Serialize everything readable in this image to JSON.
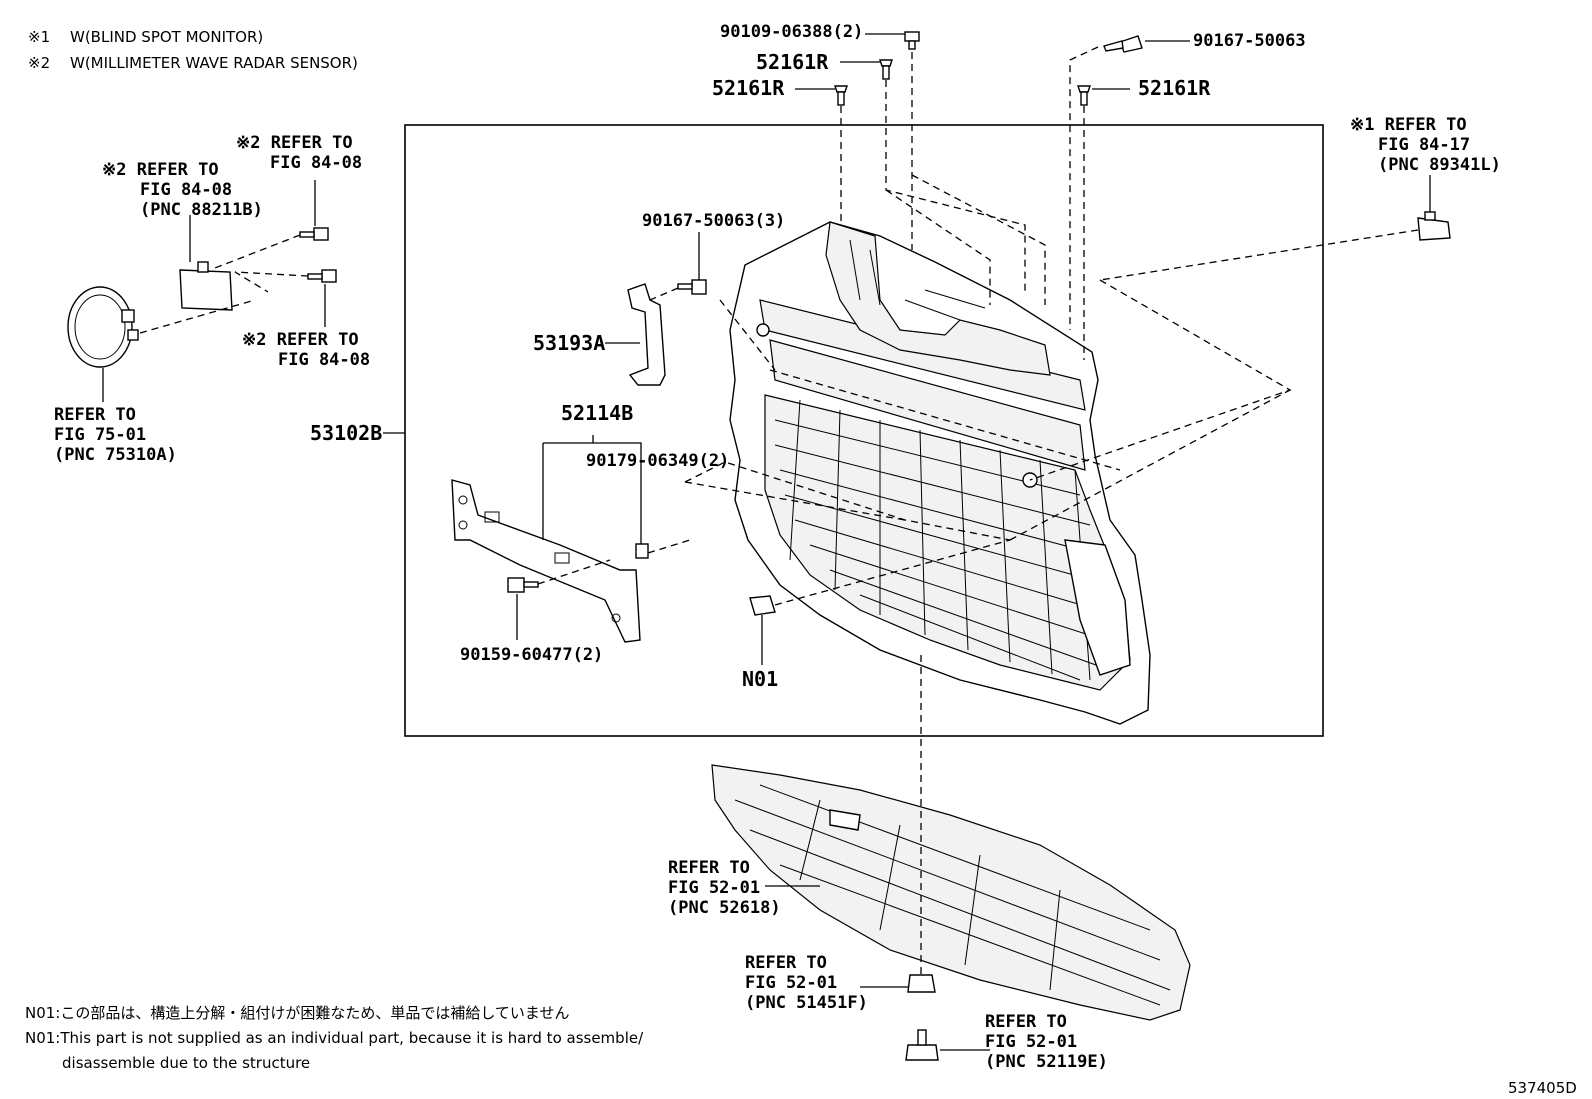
{
  "legend": [
    {
      "mark": "※1",
      "text": "W(BLIND SPOT MONITOR)"
    },
    {
      "mark": "※2",
      "text": "W(MILLIMETER WAVE RADAR SENSOR)"
    }
  ],
  "labels": {
    "p_90109": "90109-06388(2)",
    "p_52161R_a": "52161R",
    "p_52161R_b": "52161R",
    "p_52161R_c": "52161R",
    "p_90167_top": "90167-50063",
    "ref_right_l1": "※1 REFER TO",
    "ref_right_l2": "FIG 84-17",
    "ref_right_l3": "(PNC 89341L)",
    "ref_radar_top_l1": "※2 REFER TO",
    "ref_radar_top_l2": "FIG 84-08",
    "ref_radar_pnc_l1": "※2 REFER TO",
    "ref_radar_pnc_l2": "FIG 84-08",
    "ref_radar_pnc_l3": "(PNC 88211B)",
    "ref_radar_bot_l1": "※2 REFER TO",
    "ref_radar_bot_l2": "FIG 84-08",
    "ref_75_l1": "REFER TO",
    "ref_75_l2": "FIG 75-01",
    "ref_75_l3": "(PNC 75310A)",
    "p_53102B": "53102B",
    "p_90167_3": "90167-50063(3)",
    "p_53193A": "53193A",
    "p_52114B": "52114B",
    "p_90179": "90179-06349(2)",
    "p_90159": "90159-60477(2)",
    "p_N01": "N01",
    "ref_52618_l1": "REFER TO",
    "ref_52618_l2": "FIG 52-01",
    "ref_52618_l3": "(PNC 52618)",
    "ref_51451F_l1": "REFER TO",
    "ref_51451F_l2": "FIG 52-01",
    "ref_51451F_l3": "(PNC 51451F)",
    "ref_52119E_l1": "REFER TO",
    "ref_52119E_l2": "FIG 52-01",
    "ref_52119E_l3": "(PNC 52119E)"
  },
  "notes": {
    "n01_jp": "N01:この部品は、構造上分解・組付けが困難なため、単品では補給していません",
    "n01_en_l1": "N01:This part is not supplied as an individual part, because it is hard to assemble/",
    "n01_en_l2": "disassemble due to the structure"
  },
  "figure_id": "537405D"
}
